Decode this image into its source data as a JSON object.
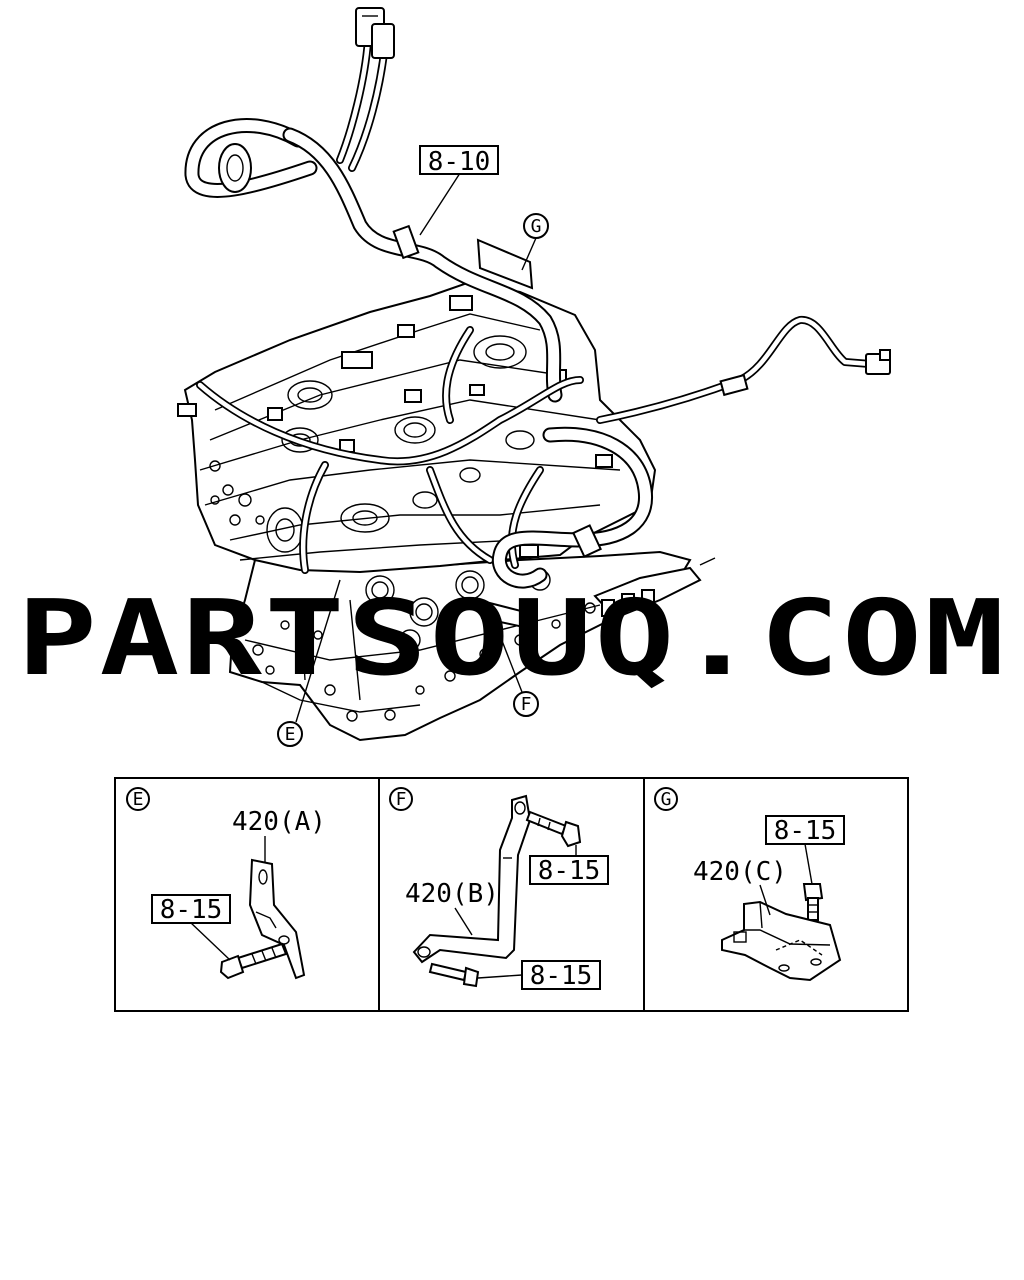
{
  "watermark": "PARTSOUQ.COM",
  "main_view": {
    "harness_label": "8-10",
    "callouts": [
      "E",
      "F",
      "G"
    ]
  },
  "detail_panels": [
    {
      "id": "E",
      "part_label": "420(A)",
      "bolt_labels": [
        "8-15"
      ]
    },
    {
      "id": "F",
      "part_label": "420(B)",
      "bolt_labels": [
        "8-15",
        "8-15"
      ]
    },
    {
      "id": "G",
      "part_label": "420(C)",
      "bolt_labels": [
        "8-15"
      ]
    }
  ]
}
